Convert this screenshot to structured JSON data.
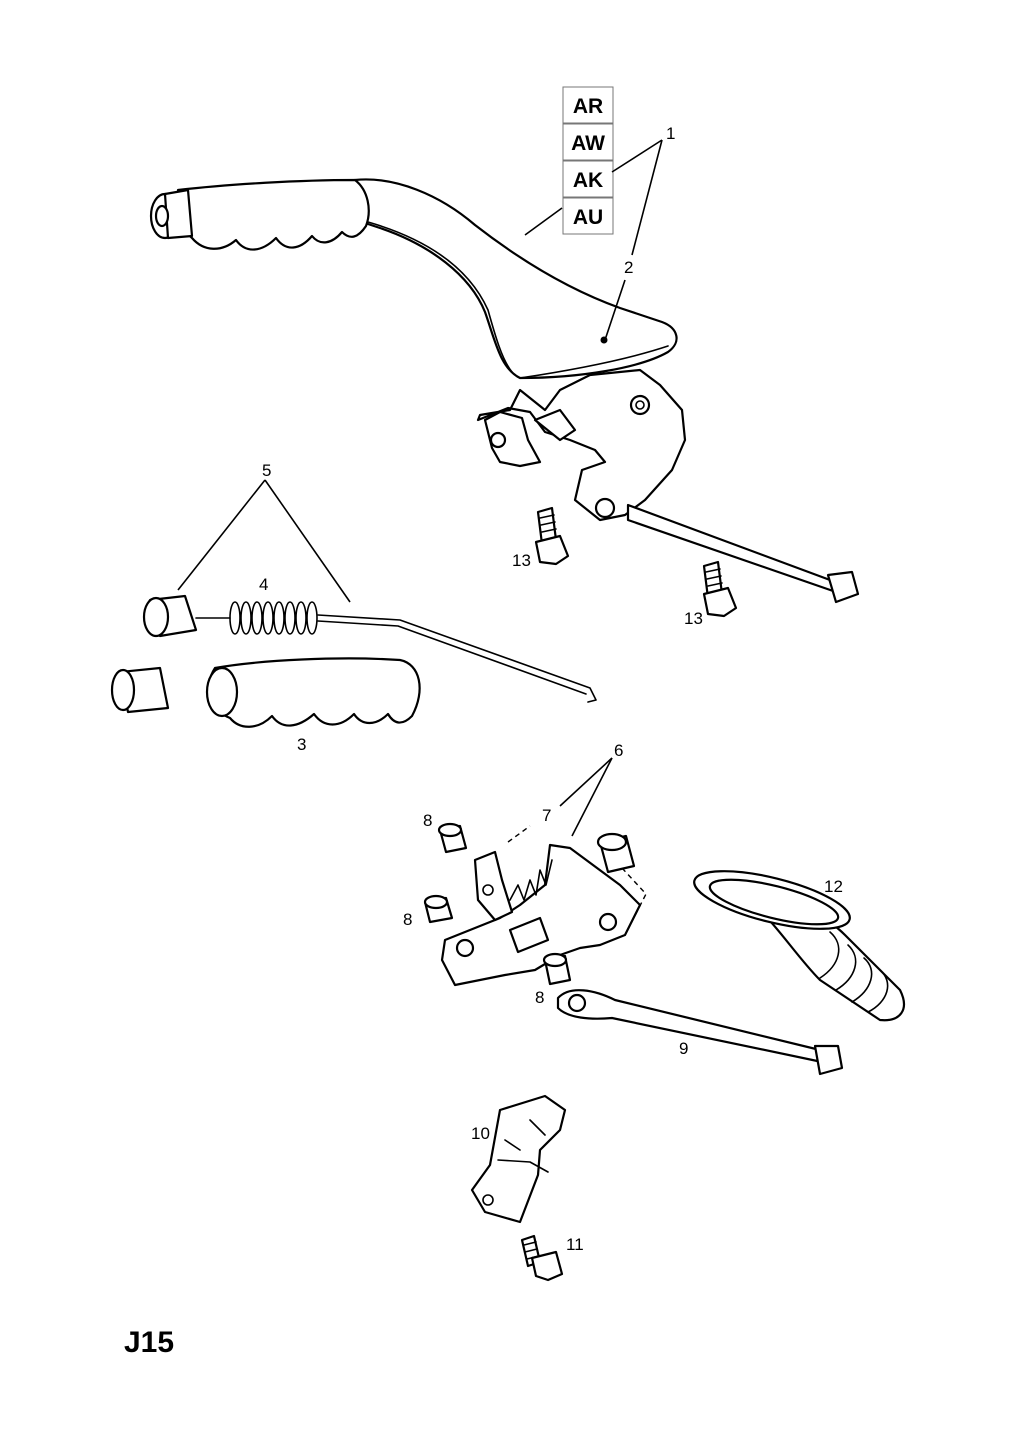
{
  "variants": [
    "AR",
    "AW",
    "AK",
    "AU"
  ],
  "callouts": {
    "c1": "1",
    "c2": "2",
    "c3": "3",
    "c4": "4",
    "c5": "5",
    "c6": "6",
    "c7": "7",
    "c8a": "8",
    "c8b": "8",
    "c8c": "8",
    "c9": "9",
    "c10": "10",
    "c11": "11",
    "c12": "12",
    "c13a": "13",
    "c13b": "13"
  },
  "page_code": "J15"
}
